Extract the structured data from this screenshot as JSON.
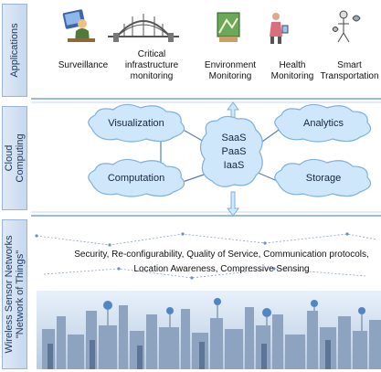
{
  "layers": [
    {
      "label": "Applications"
    },
    {
      "label": "Cloud\nComputing"
    },
    {
      "label": "Wireless Sensor Networks\n\"Network of Things\""
    }
  ],
  "applications": [
    {
      "label": "Surveillance",
      "icon": "surveillance-icon"
    },
    {
      "label": "Critical\ninfrastructure\nmonitoring",
      "icon": "bridge-icon"
    },
    {
      "label": "Environment\nMonitoring",
      "icon": "environment-icon"
    },
    {
      "label": "Health\nMonitoring",
      "icon": "health-icon"
    },
    {
      "label": "Smart\nTransportation",
      "icon": "transportation-icon"
    }
  ],
  "cloud": {
    "left_top": "Visualization",
    "left_bottom": "Computation",
    "right_top": "Analytics",
    "right_bottom": "Storage",
    "center": [
      "SaaS",
      "PaaS",
      "IaaS"
    ]
  },
  "wsn": {
    "line1": "Security, Re-configurability, Quality of Service, Communication protocols,",
    "line2": "Location Awareness, Compressive Sensing"
  },
  "colors": {
    "cloud_fill": "#cfe7fb",
    "cloud_stroke": "#7fb0dc",
    "side_fill": "#c6d8ee",
    "rule": "#9cb9e0"
  }
}
